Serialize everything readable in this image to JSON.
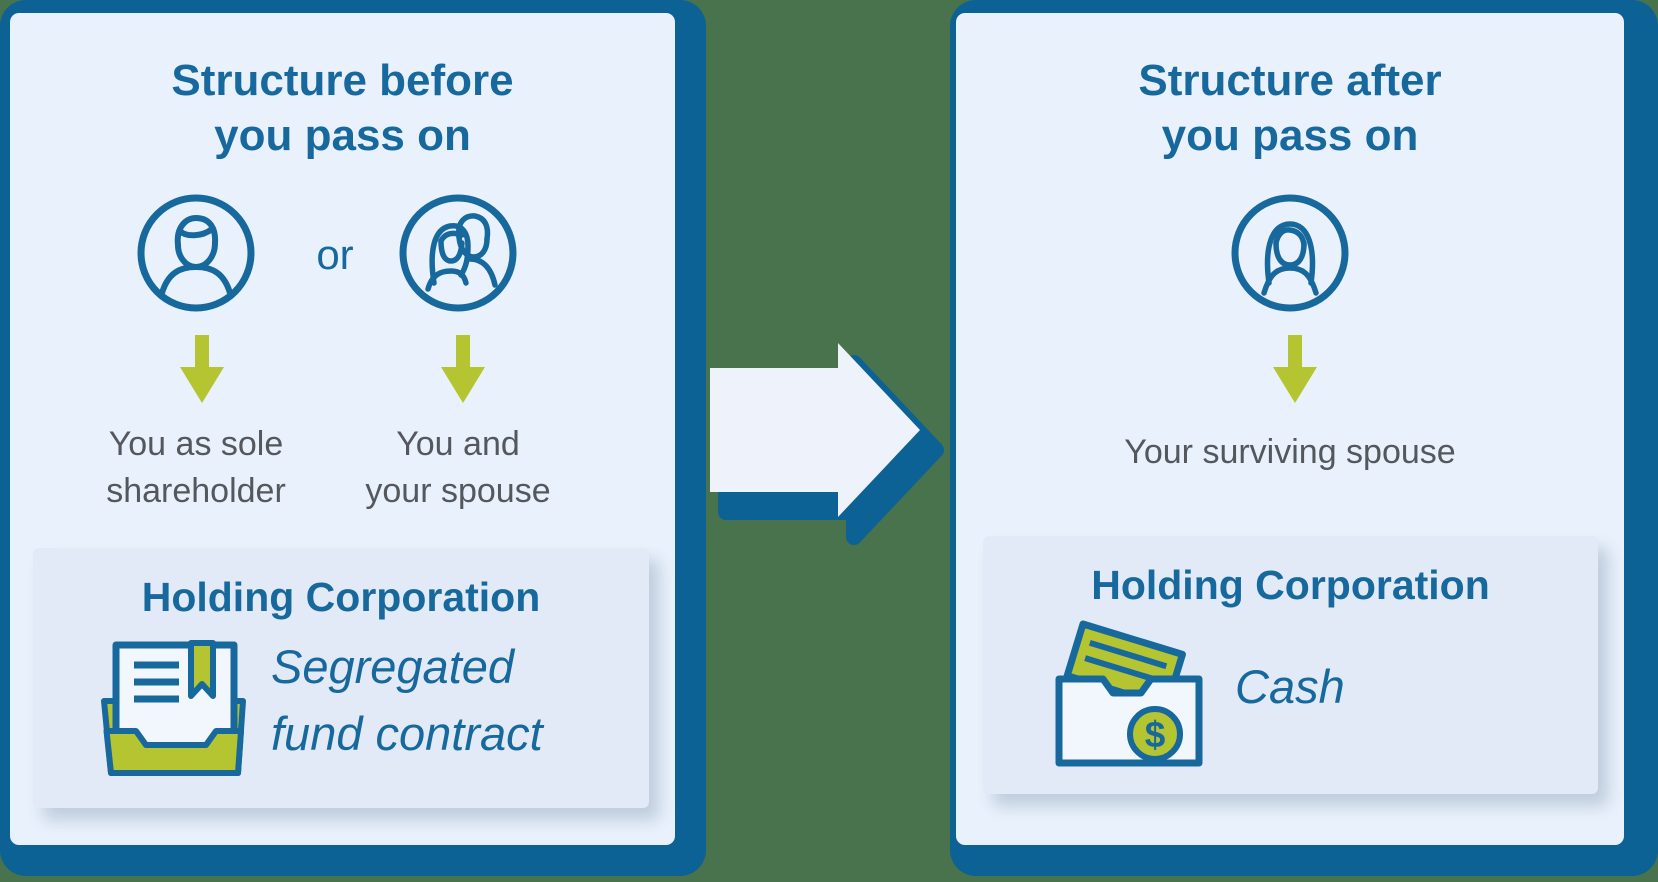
{
  "colors": {
    "bg_green": "#48734d",
    "border_blue": "#0c6294",
    "panel_bg": "#e9f1fc",
    "box_bg": "#e2eaf7",
    "heading_blue": "#17699d",
    "accent_green": "#b5c431",
    "text_gray": "#54585d",
    "arrow_fill": "#edf2fb"
  },
  "icons": [
    "person-icon",
    "couple-icon",
    "woman-icon",
    "arrow-down-icon",
    "document-tray-icon",
    "wallet-cash-icon",
    "arrow-right-icon"
  ],
  "left_panel": {
    "title_line1": "Structure before",
    "title_line2": "you pass on",
    "or_label": "or",
    "option1": {
      "line1": "You as sole",
      "line2": "shareholder"
    },
    "option2": {
      "line1": "You and",
      "line2": "your spouse"
    },
    "holding_box": {
      "title": "Holding Corporation",
      "asset_line1": "Segregated",
      "asset_line2": "fund contract"
    }
  },
  "right_panel": {
    "title_line1": "Structure after",
    "title_line2": "you pass on",
    "beneficiary": "Your surviving spouse",
    "holding_box": {
      "title": "Holding Corporation",
      "asset": "Cash"
    }
  }
}
